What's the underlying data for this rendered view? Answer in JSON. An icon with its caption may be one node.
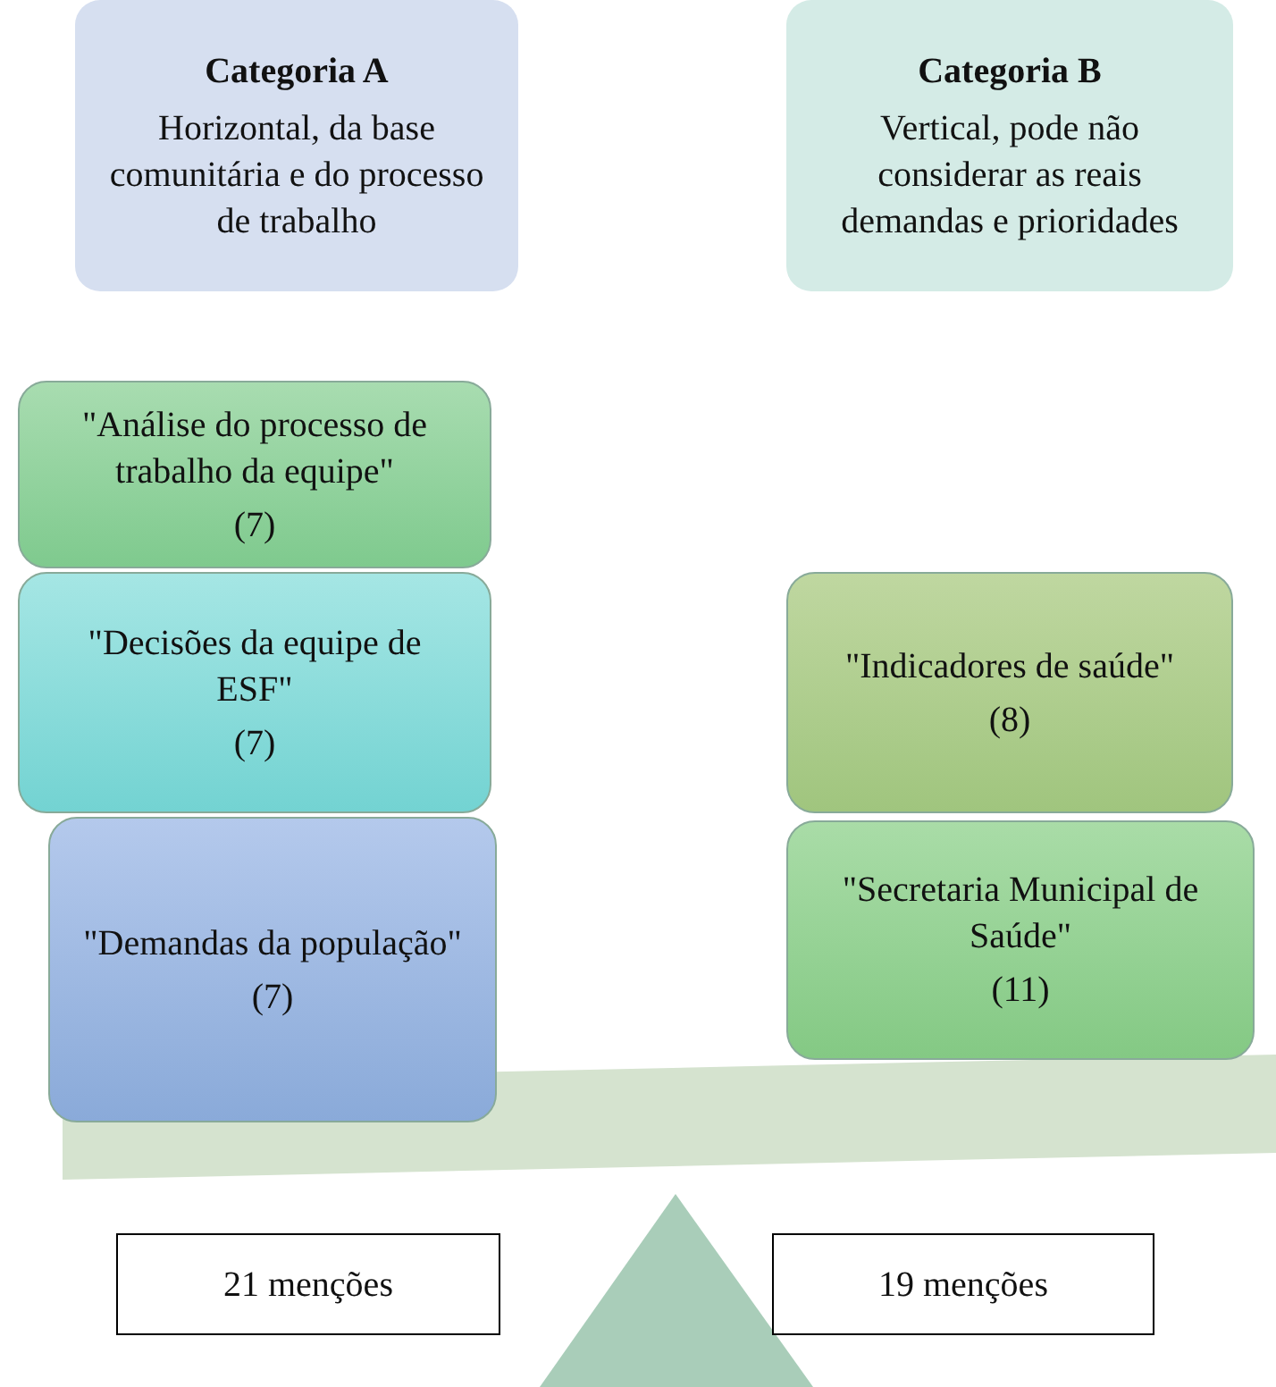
{
  "diagram": {
    "nodes": [
      {
        "text": [
          "Categoria A",
          "Horizontal, da base comunitária e do processo de trabalho"
        ]
      },
      {
        "text": [
          "Categoria B",
          "Vertical, pode não considerar as reais demandas e prioridades"
        ]
      },
      {
        "text": [
          "\"Análise do processo de trabalho da equipe\"",
          "(7)"
        ]
      },
      {
        "text": [
          "\"Decisões da equipe de ESF\"",
          "(7)"
        ]
      },
      {
        "text": [
          "\"Demandas da população\"",
          "(7)"
        ]
      },
      {
        "text": [
          "\"Indicadores de saúde\"",
          "(8)"
        ]
      },
      {
        "text": [
          "\"Secretaria Municipal de Saúde\"",
          "(11)"
        ]
      },
      {
        "text": [
          "21 menções"
        ]
      },
      {
        "text": [
          "19 menções"
        ]
      }
    ]
  }
}
